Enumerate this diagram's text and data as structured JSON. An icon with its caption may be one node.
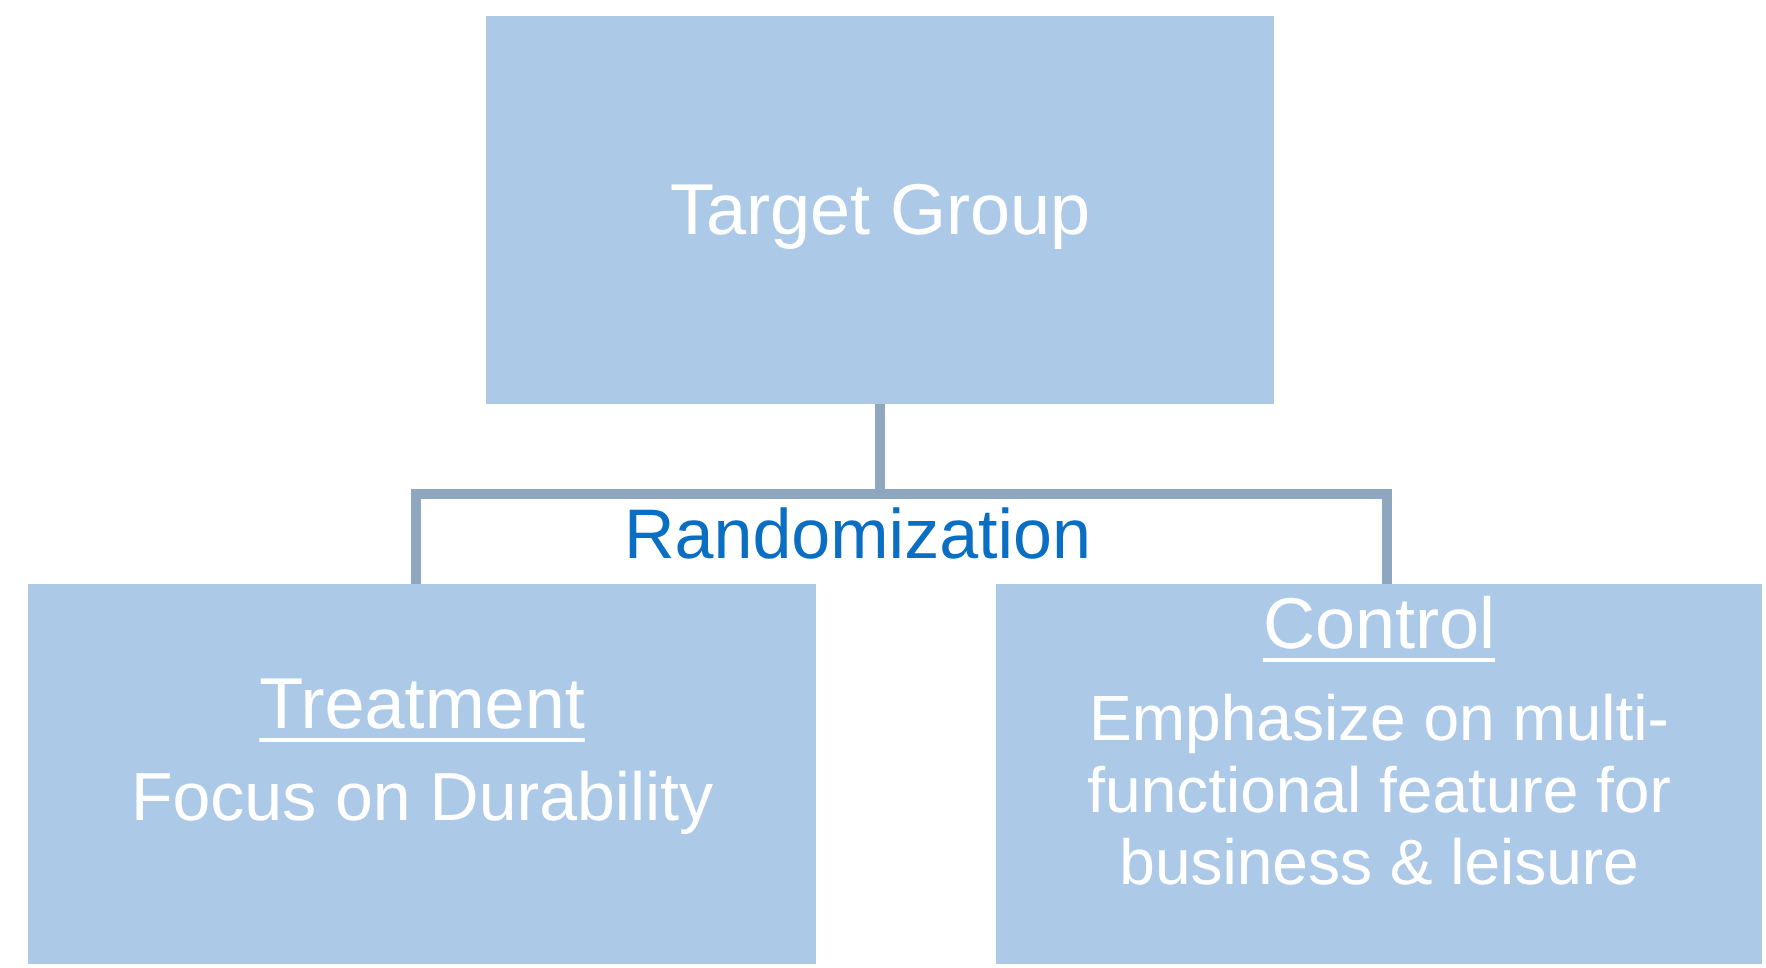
{
  "diagram": {
    "nodes": [
      {
        "text": [
          "Target Group"
        ]
      },
      {
        "text": [
          "Treatment",
          "Focus on Durability"
        ]
      },
      {
        "text": [
          "Control",
          "Emphasize on multi-functional feature for business & leisure"
        ]
      }
    ],
    "edges": [
      {
        "from": 0,
        "to": 1,
        "arrow": "none"
      },
      {
        "from": 0,
        "to": 2,
        "arrow": "none"
      }
    ],
    "labels": [
      "Randomization"
    ]
  }
}
